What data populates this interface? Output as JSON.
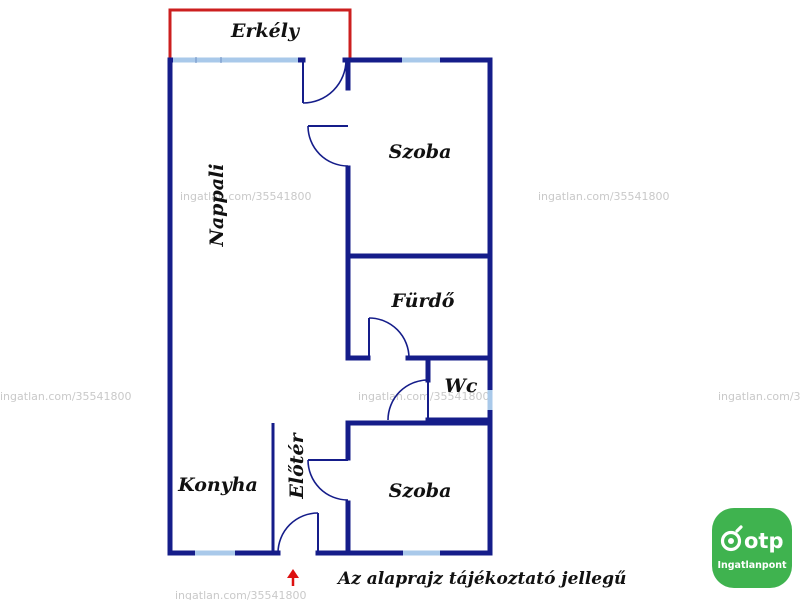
{
  "rooms": {
    "balcony": "Erkély",
    "living_room": "Nappali",
    "bedroom_top": "Szoba",
    "bathroom": "Fürdő",
    "toilet": "Wc",
    "hall": "Előtér",
    "kitchen": "Konyha",
    "bedroom_bottom": "Szoba"
  },
  "note": "Az alaprajz tájékoztató jellegű",
  "watermark": "ingatlan.com/35541800",
  "logo": {
    "brand": "otp",
    "subtitle": "Ingatlanpont"
  },
  "colors": {
    "wall": "#151d8a",
    "balcony_outline": "#cc1f1f",
    "window": "#a9c9ea",
    "entrance_arrow": "#dd1111",
    "logo_green": "#3fb34f"
  }
}
